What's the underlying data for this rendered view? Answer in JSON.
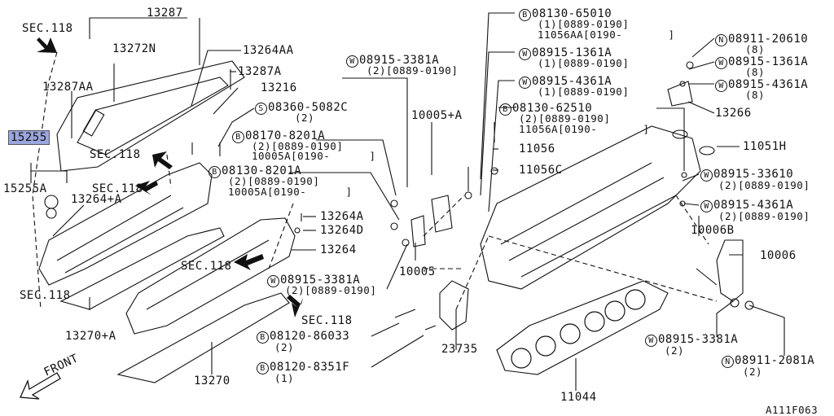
{
  "diagram_id": "A111F063",
  "front_label": "FRONT",
  "labels": {
    "n13287": "13287",
    "sec118_top": "SEC.118",
    "n13272N": "13272N",
    "n13287AA": "13287AA",
    "n15255": "15255",
    "sec118_a": "SEC.118",
    "n15255A": "15255A",
    "sec118_b": "SEC.118",
    "n13264plusA": "13264+A",
    "sec118_left": "SEC.118",
    "n13270plusA": "13270+A",
    "n13270": "13270",
    "n13264AA": "13264AA",
    "n13287A": "13287A",
    "n13216": "13216",
    "s08360_5082C_a": "08360-5082C",
    "s08360_5082C_b": "(2)",
    "b08170_8201A_a": "08170-8201A",
    "b08170_8201A_b": "(2)[0889-0190]",
    "b08170_8201A_c": "10005A[0190-      ]",
    "b08130_8201A_a": "08130-8201A",
    "b08130_8201A_b": "(2)[0889-0190]",
    "b08130_8201A_c": "10005A[0190-      ]",
    "n13264A": "13264A",
    "n13264D": "13264D",
    "n13264": "13264",
    "sec118_mid": "SEC.118",
    "w08915_3381A_mid_a": "08915-3381A",
    "w08915_3381A_mid_b": "(2)[0889-0190]",
    "sec118_low": "SEC.118",
    "b08120_86033_a": "08120-86033",
    "b08120_86033_b": "(2)",
    "b08120_8351F_a": "08120-8351F",
    "b08120_8351F_b": "(1)",
    "w08915_3381A_top_a": "08915-3381A",
    "w08915_3381A_top_b": "(2)[0889-0190]",
    "n10005plusA": "10005+A",
    "n10005": "10005",
    "n23735": "23735",
    "n11044": "11044",
    "b08130_65010_a": "08130-65010",
    "b08130_65010_b": "(1)[0889-0190]",
    "b08130_65010_c": "11056AA[0190-       ]",
    "w08915_1361A_a": "08915-1361A",
    "w08915_1361A_b": "(1)[0889-0190]",
    "w08915_4361A_a": "08915-4361A",
    "w08915_4361A_b": "(1)[0889-0190]",
    "b08130_62510_a": "08130-62510",
    "b08130_62510_b": "(2)[0889-0190]",
    "b08130_62510_c": "11056A[0190-       ]",
    "n11056": "11056",
    "n11056C": "11056C",
    "n08911_20610_a": "08911-20610",
    "n08911_20610_b": "(8)",
    "w08915_1361A_r_a": "08915-1361A",
    "w08915_1361A_r_b": "(8)",
    "w08915_4361A_r_a": "08915-4361A",
    "w08915_4361A_r_b": "(8)",
    "n13266": "13266",
    "n11051H": "11051H",
    "w08915_33610_a": "08915-33610",
    "w08915_33610_b": "(2)[0889-0190]",
    "w08915_4361A_r2_a": "08915-4361A",
    "w08915_4361A_r2_b": "(2)[0889-0190]",
    "n10006B": "10006B",
    "n10006": "10006",
    "w08915_3381A_br_a": "08915-3381A",
    "w08915_3381A_br_b": "(2)",
    "n08911_2081A_a": "08911-2081A",
    "n08911_2081A_b": "(2)"
  },
  "symbols": {
    "B": "B",
    "W": "W",
    "S": "S",
    "N": "N"
  },
  "highlight_color": "#9aa6dc"
}
